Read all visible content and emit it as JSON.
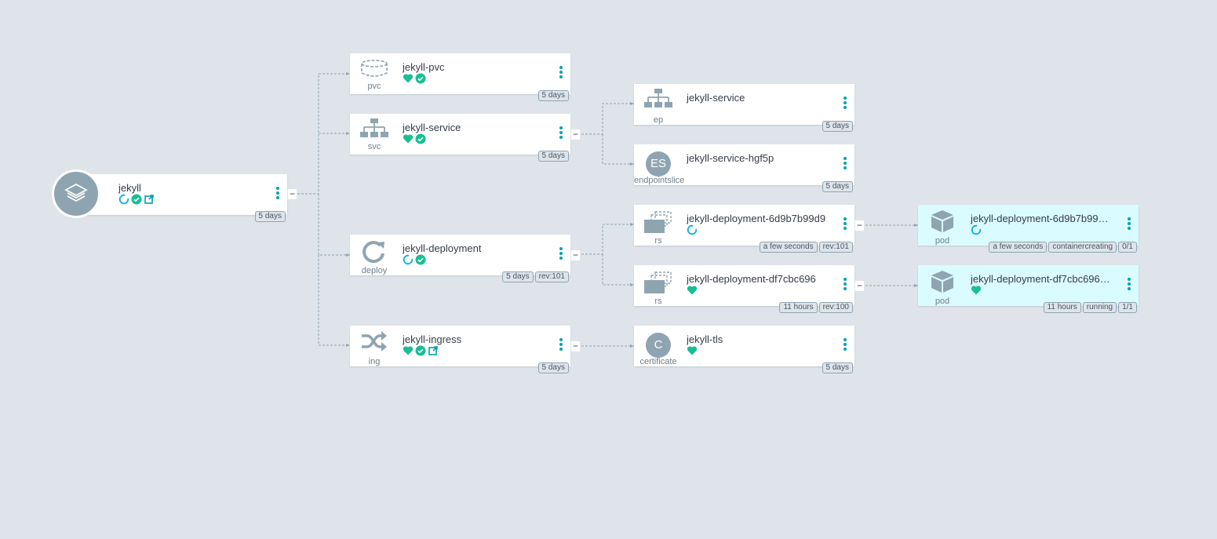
{
  "colors": {
    "background": "#dee4ea",
    "healthy": "#18be94",
    "progressing": "#0dadea",
    "accent": "#00a2b3",
    "icon_grey": "#8fa4b1",
    "pod_background": "#dafbff"
  },
  "root": {
    "name": "jekyll",
    "icon": "layers-icon",
    "status_icons": [
      "progressing-icon",
      "synced-icon",
      "external-link-icon"
    ],
    "tags": [
      "5 days"
    ],
    "collapse_label": "−"
  },
  "nodes": {
    "pvc": {
      "name": "jekyll-pvc",
      "kind": "pvc",
      "icon": "disk-icon",
      "status_icons": [
        "healthy-heart-icon",
        "synced-icon"
      ],
      "tags": [
        "5 days"
      ]
    },
    "svc": {
      "name": "jekyll-service",
      "kind": "svc",
      "icon": "network-icon",
      "status_icons": [
        "healthy-heart-icon",
        "synced-icon"
      ],
      "tags": [
        "5 days"
      ],
      "collapse_label": "−"
    },
    "deploy": {
      "name": "jekyll-deployment",
      "kind": "deploy",
      "icon": "refresh-icon",
      "status_icons": [
        "progressing-icon",
        "synced-icon"
      ],
      "tags": [
        "5 days",
        "rev:101"
      ],
      "collapse_label": "−"
    },
    "ing": {
      "name": "jekyll-ingress",
      "kind": "ing",
      "icon": "shuffle-icon",
      "status_icons": [
        "healthy-heart-icon",
        "synced-icon",
        "external-link-icon"
      ],
      "tags": [
        "5 days"
      ],
      "collapse_label": "−"
    },
    "ep": {
      "name": "jekyll-service",
      "kind": "ep",
      "icon": "network-icon",
      "status_icons": [],
      "tags": [
        "5 days"
      ]
    },
    "eps": {
      "name": "jekyll-service-hgf5p",
      "kind": "endpointslice",
      "icon": "ES",
      "status_icons": [],
      "tags": [
        "5 days"
      ]
    },
    "rs1": {
      "name": "jekyll-deployment-6d9b7b99d9",
      "kind": "rs",
      "icon": "clone-icon",
      "status_icons": [
        "progressing-icon"
      ],
      "tags": [
        "a few seconds",
        "rev:101"
      ],
      "collapse_label": "−"
    },
    "rs2": {
      "name": "jekyll-deployment-df7cbc696",
      "kind": "rs",
      "icon": "clone-icon",
      "status_icons": [
        "healthy-heart-icon"
      ],
      "tags": [
        "11 hours",
        "rev:100"
      ],
      "collapse_label": "−"
    },
    "cert": {
      "name": "jekyll-tls",
      "kind": "certificate",
      "icon": "C",
      "status_icons": [
        "healthy-heart-icon"
      ],
      "tags": [
        "5 days"
      ]
    },
    "pod1": {
      "name": "jekyll-deployment-6d9b7b99d...",
      "kind": "pod",
      "icon": "cube-icon",
      "status_icons": [
        "progressing-icon"
      ],
      "tags": [
        "a few seconds",
        "containercreating",
        "0/1"
      ]
    },
    "pod2": {
      "name": "jekyll-deployment-df7cbc696-...",
      "kind": "pod",
      "icon": "cube-icon",
      "status_icons": [
        "healthy-heart-icon"
      ],
      "tags": [
        "11 hours",
        "running",
        "1/1"
      ]
    }
  }
}
